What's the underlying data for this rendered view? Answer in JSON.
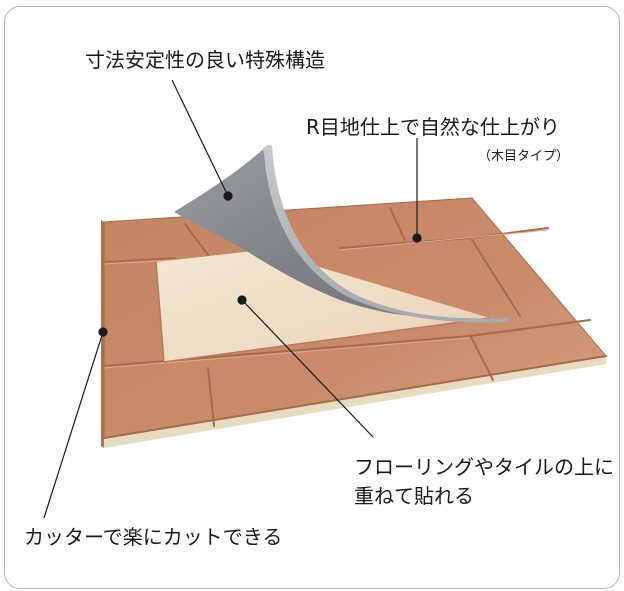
{
  "callouts": {
    "structure": "寸法安定性の良い特殊構造",
    "joint": "R目地仕上で自然な仕上がり",
    "joint_note": "（木目タイプ）",
    "overlay_line1": "フローリングやタイルの上に",
    "overlay_line2": "重ねて貼れる",
    "cutter": "カッターで楽にカットできる"
  },
  "colors": {
    "tile_main": "#c98b69",
    "tile_dark": "#b9785a",
    "tile_edge": "#9d6347",
    "backing": "#e7dcc2",
    "underlay": "#f0e4d0",
    "flap_face": "#8c8f94",
    "flap_light": "#b3b6bb",
    "leader": "#1a1a1a"
  }
}
